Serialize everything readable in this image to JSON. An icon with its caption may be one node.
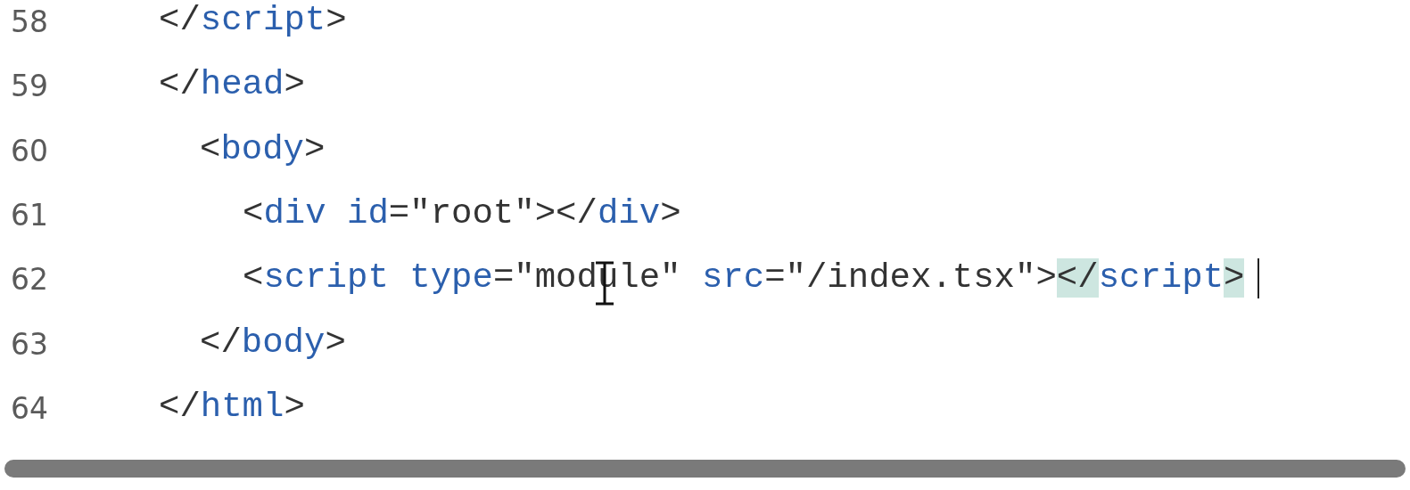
{
  "diagram": {
    "labels": [
      "58",
      "</script>",
      "59",
      "</head>",
      "60",
      "<body>",
      "61",
      "<div id=\"root\"></div>",
      "62",
      "<script type=\"module\" src=\"/index.tsx\"></script>",
      "63",
      "</body>",
      "64",
      "</html>"
    ]
  }
}
